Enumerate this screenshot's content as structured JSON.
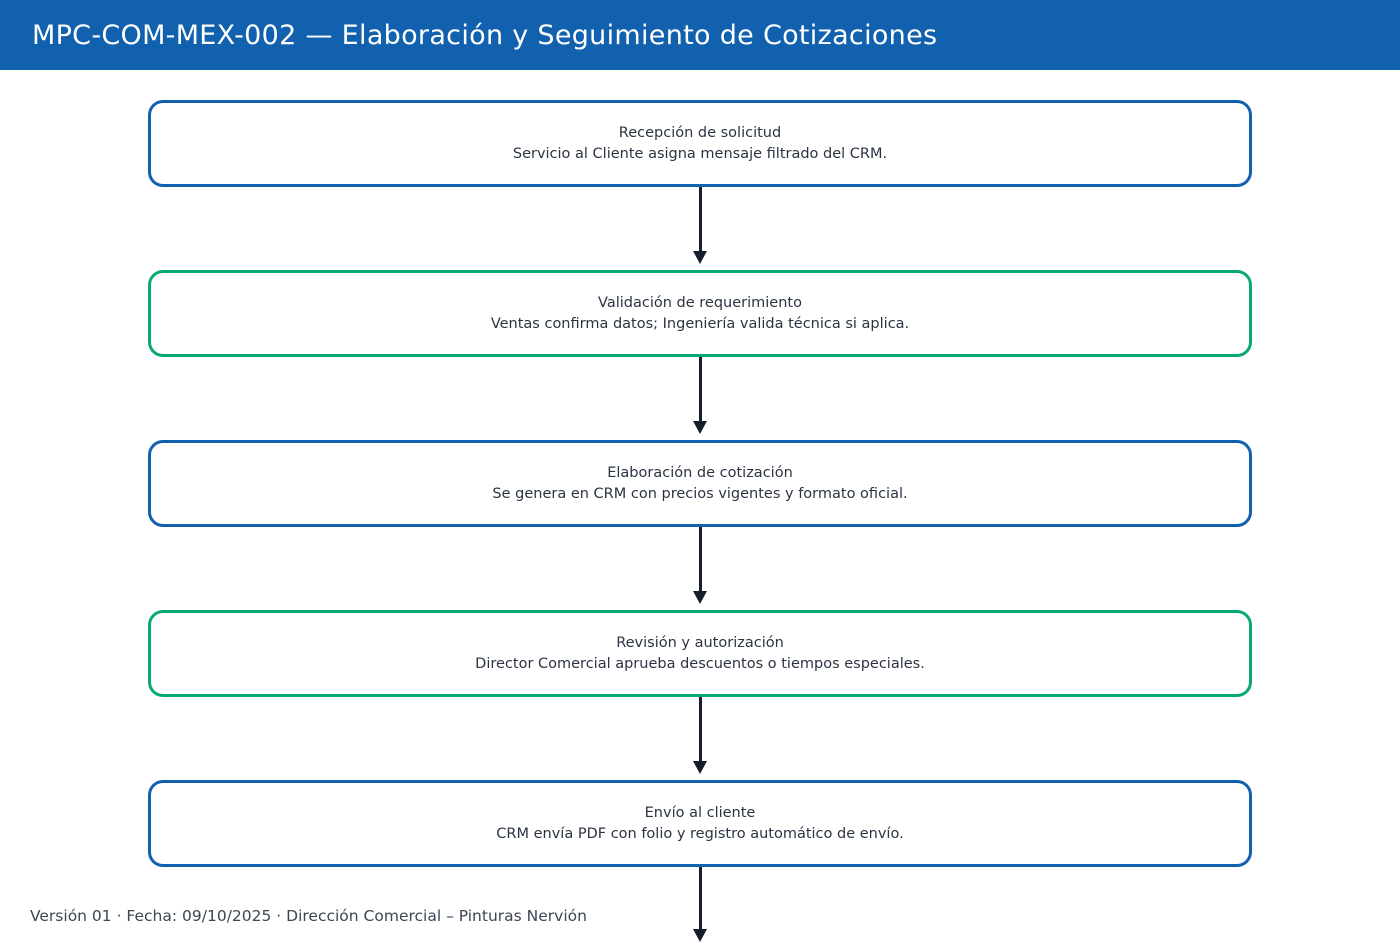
{
  "header": {
    "title": "MPC-COM-MEX-002 — Elaboración y Seguimiento de Cotizaciones"
  },
  "flow": {
    "connector": "arrow-down",
    "steps": [
      {
        "title": "Recepción de solicitud",
        "description": "Servicio al Cliente asigna mensaje filtrado del CRM.",
        "border_color": "#1261AE"
      },
      {
        "title": "Validación de requerimiento",
        "description": "Ventas confirma datos; Ingeniería valida técnica si aplica.",
        "border_color": "#09A877"
      },
      {
        "title": "Elaboración de cotización",
        "description": "Se genera en CRM con precios vigentes y formato oficial.",
        "border_color": "#1261AE"
      },
      {
        "title": "Revisión y autorización",
        "description": "Director Comercial aprueba descuentos o tiempos especiales.",
        "border_color": "#09A877"
      },
      {
        "title": "Envío al cliente",
        "description": "CRM envía PDF con folio y registro automático de envío.",
        "border_color": "#1261AE"
      }
    ]
  },
  "footer": {
    "text": "Versión 01 · Fecha: 09/10/2025 · Dirección Comercial – Pinturas Nervión"
  },
  "colors": {
    "header_background": "#1261AE",
    "header_text": "#FFFFFF",
    "box_blue_border": "#1261AE",
    "box_green_border": "#09A877",
    "arrow": "#161D2B",
    "body_text": "#2B3442",
    "footer_text": "#3C4654",
    "page_background": "#FFFFFF"
  }
}
